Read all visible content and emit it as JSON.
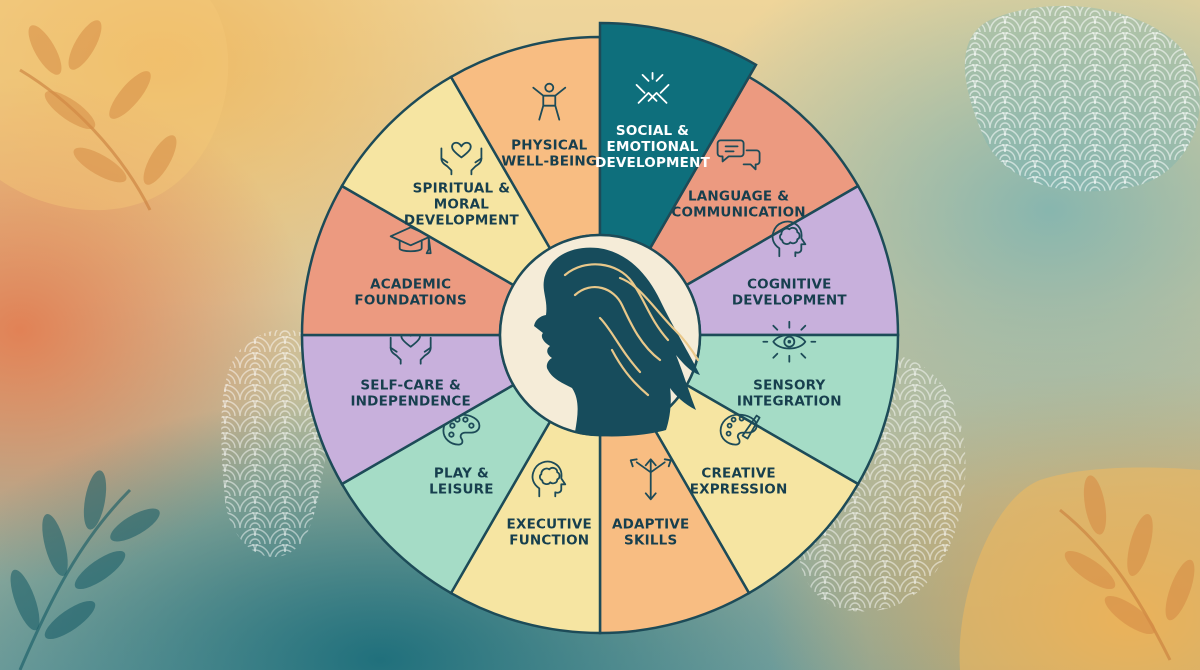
{
  "wheel": {
    "segments": [
      {
        "key": "social",
        "lines": [
          "SOCIAL &",
          "EMOTIONAL",
          "DEVELOPMENT"
        ],
        "color": "#0e6f7c",
        "icon": "hands-together-icon",
        "highlighted": true
      },
      {
        "key": "language",
        "lines": [
          "LANGUAGE &",
          "COMMUNICATION"
        ],
        "color": "#ec9a80",
        "icon": "speech-bubbles-icon"
      },
      {
        "key": "cognitive",
        "lines": [
          "COGNITIVE",
          "DEVELOPMENT"
        ],
        "color": "#c8b0dc",
        "icon": "head-brain-icon"
      },
      {
        "key": "sensory",
        "lines": [
          "SENSORY",
          "INTEGRATION"
        ],
        "color": "#a5dcc6",
        "icon": "eye-icon"
      },
      {
        "key": "creative",
        "lines": [
          "CREATIVE",
          "EXPRESSION"
        ],
        "color": "#f6e5a2",
        "icon": "palette-brush-icon"
      },
      {
        "key": "adaptive",
        "lines": [
          "ADAPTIVE",
          "SKILLS"
        ],
        "color": "#f8bd82",
        "icon": "arrows-branch-icon"
      },
      {
        "key": "executive",
        "lines": [
          "EXECUTIVE",
          "FUNCTION"
        ],
        "color": "#f6e5a2",
        "icon": "head-brain-icon"
      },
      {
        "key": "play",
        "lines": [
          "PLAY &",
          "LEISURE"
        ],
        "color": "#a5dcc6",
        "icon": "palette-icon"
      },
      {
        "key": "selfcare",
        "lines": [
          "SELF-CARE &",
          "INDEPENDENCE"
        ],
        "color": "#c8b0dc",
        "icon": "heart-hands-icon"
      },
      {
        "key": "academic",
        "lines": [
          "ACADEMIC",
          "FOUNDATIONS"
        ],
        "color": "#ec9a80",
        "icon": "graduation-cap-icon"
      },
      {
        "key": "spiritual",
        "lines": [
          "SPIRITUAL &",
          "MORAL",
          "DEVELOPMENT"
        ],
        "color": "#f6e5a2",
        "icon": "heart-hands-icon"
      },
      {
        "key": "physical",
        "lines": [
          "PHYSICAL",
          "WELL-BEING"
        ],
        "color": "#f8bd82",
        "icon": "person-stretch-icon"
      }
    ],
    "center": {
      "icon": "girl-profile-silhouette-icon",
      "fill": "#f5ecd8",
      "silhouette": "#174c5c",
      "hair_lines": "#e9c88a"
    },
    "outline_color": "#1d4b58"
  },
  "decorations": [
    "leaf-sprig-icon",
    "wave-pattern-icon"
  ]
}
